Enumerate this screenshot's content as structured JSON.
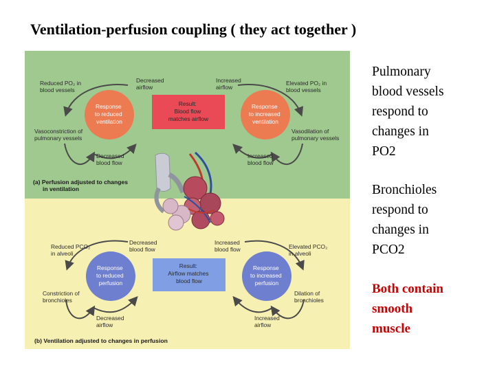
{
  "title": "Ventilation-perfusion coupling ( they act together )",
  "figure": {
    "panel_a": {
      "label_tl": [
        "Reduced PO₂ in",
        "blood vessels"
      ],
      "label_tc": [
        "Decreased",
        "airflow"
      ],
      "label_tc2": [
        "Increased",
        "airflow"
      ],
      "label_tr": [
        "Elevated PO₂ in",
        "blood vessels"
      ],
      "circle_left": [
        "Response",
        "to reduced",
        "ventilation"
      ],
      "result": [
        "Result:",
        "Blood flow",
        "matches airflow"
      ],
      "circle_right": [
        "Response",
        "to increased",
        "ventilation"
      ],
      "label_ml": [
        "Vasoconstriction of",
        "pulmonary vessels"
      ],
      "label_mr": [
        "Vasodilation of",
        "pulmonary vessels"
      ],
      "label_bl": [
        "Decreased",
        "blood flow"
      ],
      "label_br": [
        "Increased",
        "blood flow"
      ],
      "caption": [
        "(a) Perfusion adjusted to changes",
        "in ventilation"
      ]
    },
    "panel_b": {
      "label_tl": [
        "Reduced PCO₂",
        "in alveoli"
      ],
      "label_tc": [
        "Decreased",
        "blood flow"
      ],
      "label_tc2": [
        "Increased",
        "blood flow"
      ],
      "label_tr": [
        "Elevated PCO₂",
        "in alveoli"
      ],
      "circle_left": [
        "Response",
        "to reduced",
        "perfusion"
      ],
      "result": [
        "Result:",
        "Airflow matches",
        "blood flow"
      ],
      "circle_right": [
        "Response",
        "to increased",
        "perfusion"
      ],
      "label_ml": [
        "Constriction of",
        "bronchioles"
      ],
      "label_mr": [
        "Dilation of",
        "bronchioles"
      ],
      "label_bl": [
        "Decreased",
        "airflow"
      ],
      "label_br": [
        "Increased",
        "airflow"
      ],
      "caption": "(b) Ventilation adjusted to changes in perfusion"
    },
    "colors": {
      "panel_a_bg": "#9fc98f",
      "panel_b_bg": "#f7f0b3",
      "circle_a": "#ec7b52",
      "result_a": "#ea4a55",
      "circle_b": "#6f7fcf",
      "result_b": "#7f9ee4",
      "arrow": "#4a4a4a"
    }
  },
  "side": {
    "para1": [
      "Pulmonary",
      "blood vessels",
      "respond to",
      "changes in",
      "PO2"
    ],
    "para2": [
      "Bronchioles",
      "respond to",
      "changes in",
      "PCO2"
    ],
    "para3": [
      "Both contain",
      "smooth",
      "muscle"
    ]
  }
}
